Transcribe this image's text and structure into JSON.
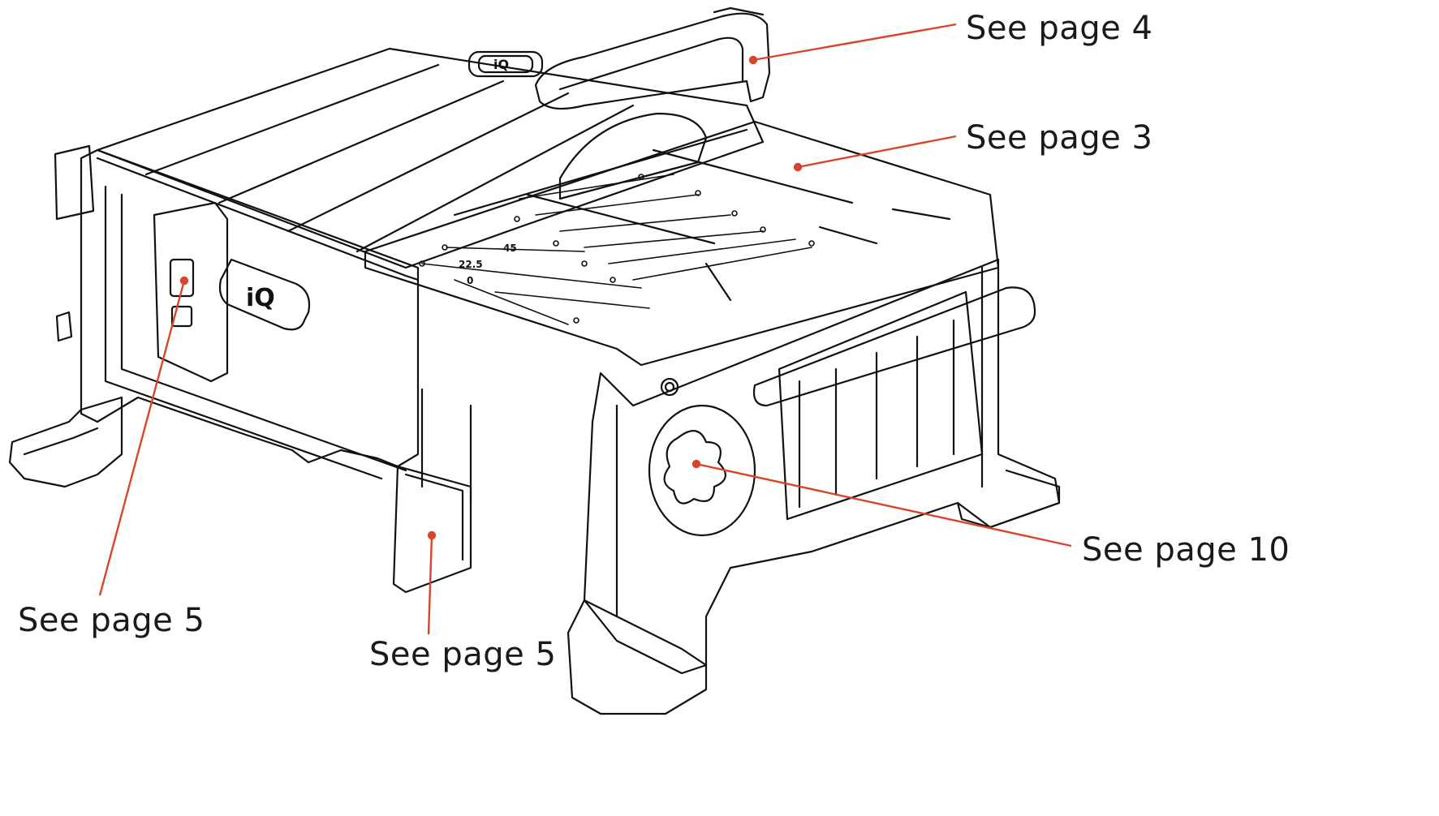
{
  "diagram": {
    "product_logo": "iQ",
    "scale_marks": [
      "45",
      "22.5",
      "0"
    ],
    "accent_color": "#d9452b",
    "callouts": [
      {
        "id": "handle",
        "label": "See page 4"
      },
      {
        "id": "table-top",
        "label": "See page 3"
      },
      {
        "id": "pump-wheel",
        "label": "See page 10"
      },
      {
        "id": "switch",
        "label": "See page 5"
      },
      {
        "id": "guard",
        "label": "See page 5"
      }
    ]
  }
}
